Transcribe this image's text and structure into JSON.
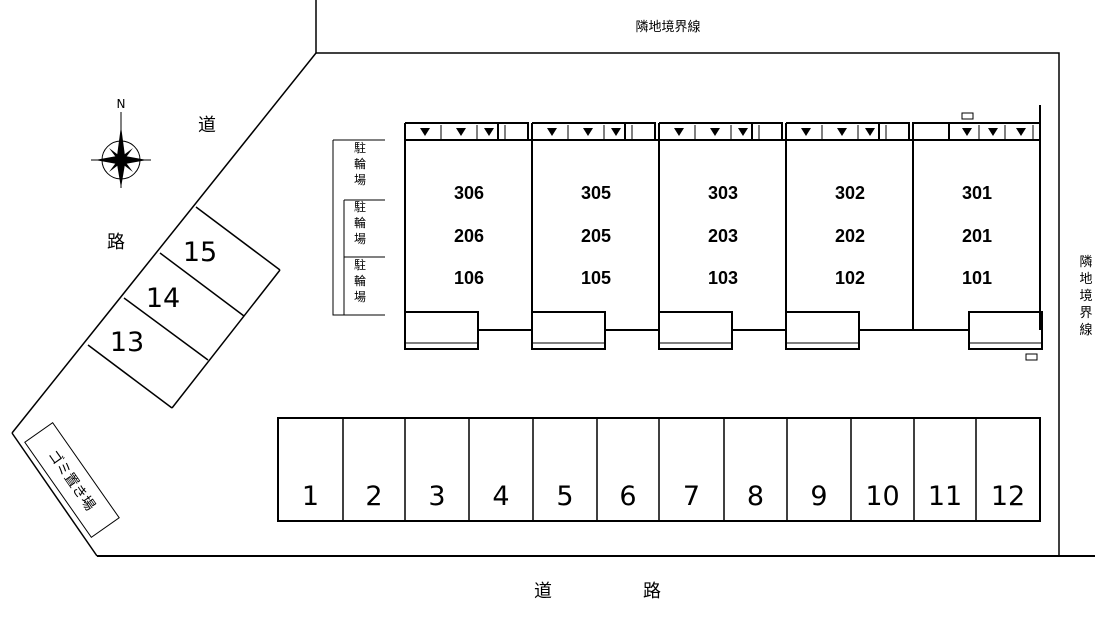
{
  "labels": {
    "north": "N",
    "top_boundary": "隣地境界線",
    "right_boundary": "隣地境界線",
    "road_left_1": "道",
    "road_left_2": "路",
    "road_bottom_1": "道",
    "road_bottom_2": "路",
    "bicycle_parking": "駐輪場",
    "garbage_area": "ゴミ置き場"
  },
  "buildings": [
    {
      "units": [
        "306",
        "206",
        "106"
      ]
    },
    {
      "units": [
        "305",
        "205",
        "105"
      ]
    },
    {
      "units": [
        "303",
        "203",
        "103"
      ]
    },
    {
      "units": [
        "302",
        "202",
        "102"
      ]
    },
    {
      "units": [
        "301",
        "201",
        "101"
      ]
    }
  ],
  "parking_bottom": [
    "1",
    "2",
    "3",
    "4",
    "5",
    "6",
    "7",
    "8",
    "9",
    "10",
    "11",
    "12"
  ],
  "parking_diagonal": [
    "15",
    "14",
    "13"
  ],
  "icons": [
    "compass-rose-icon",
    "entrance-arrow-icon",
    "meter-box-icon"
  ]
}
